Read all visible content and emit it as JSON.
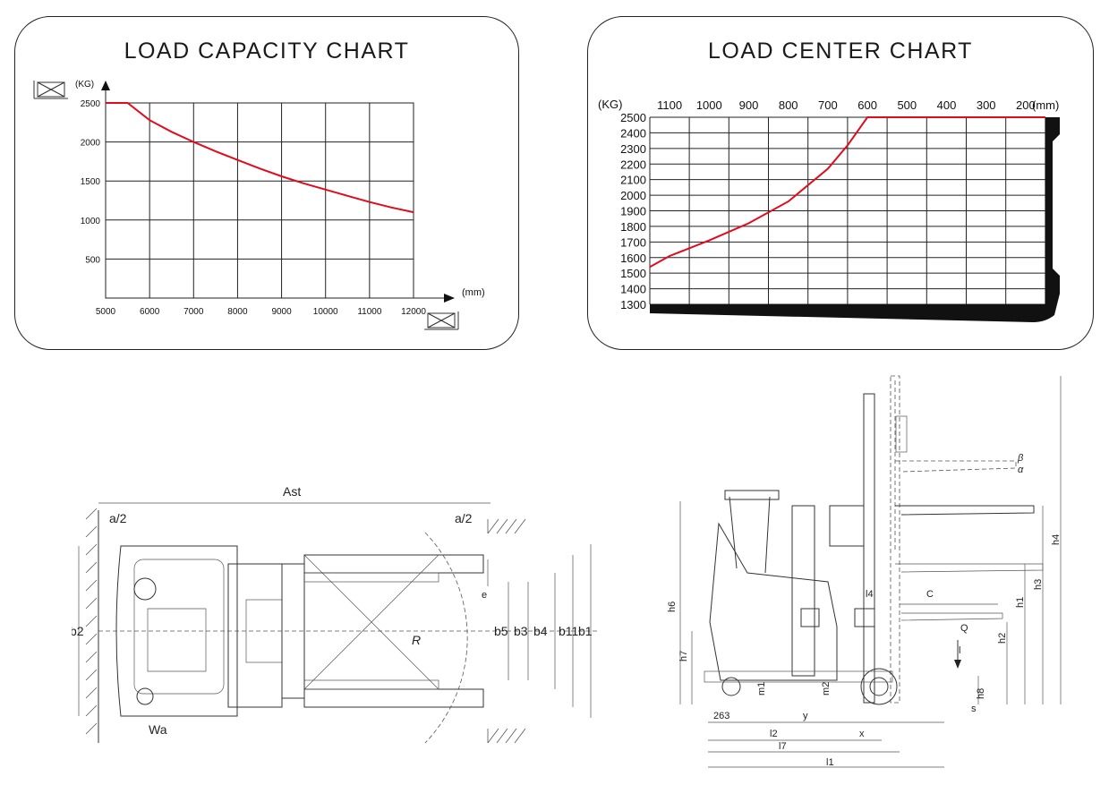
{
  "chart_data": [
    {
      "type": "line",
      "title": "LOAD CAPACITY CHART",
      "ylabel": "(KG)",
      "xlabel": "(mm)",
      "x_ticks": [
        5000,
        6000,
        7000,
        8000,
        9000,
        10000,
        11000,
        12000
      ],
      "y_ticks": [
        500,
        1000,
        1500,
        2000,
        2500
      ],
      "xlim": [
        5000,
        12000
      ],
      "ylim": [
        0,
        2500
      ],
      "grid": true,
      "series": [
        {
          "x": [
            5000,
            5500,
            6000,
            6500,
            7000,
            7500,
            8000,
            8500,
            9000,
            9500,
            10000,
            10500,
            11000,
            11500,
            12000
          ],
          "y": [
            2500,
            2500,
            2280,
            2130,
            2000,
            1880,
            1770,
            1660,
            1560,
            1470,
            1390,
            1310,
            1230,
            1160,
            1100
          ]
        }
      ]
    },
    {
      "type": "line",
      "title": "LOAD CENTER CHART",
      "ylabel": "(KG)",
      "xlabel": "(mm)",
      "x_ticks": [
        1100,
        1000,
        900,
        800,
        700,
        600,
        500,
        400,
        300,
        200
      ],
      "y_ticks": [
        1300,
        1400,
        1500,
        1600,
        1700,
        1800,
        1900,
        2000,
        2100,
        2200,
        2300,
        2400,
        2500
      ],
      "xlim": [
        1150,
        150
      ],
      "ylim": [
        1300,
        2500
      ],
      "grid": true,
      "series": [
        {
          "x": [
            1150,
            1100,
            1000,
            900,
            800,
            700,
            650,
            600,
            500,
            400,
            300,
            150
          ],
          "y": [
            1540,
            1610,
            1710,
            1820,
            1960,
            2170,
            2320,
            2500,
            2500,
            2500,
            2500,
            2500
          ]
        }
      ]
    }
  ],
  "diagram_labels": {
    "ast": "Ast",
    "a_half_left": "a/2",
    "a_half_right": "a/2",
    "b2": "b2",
    "e": "e",
    "R": "R",
    "b5": "b5",
    "b3": "b3",
    "b4": "b4",
    "b11": "b11",
    "b1": "b1",
    "wa": "Wa",
    "h6": "h6",
    "h7": "h7",
    "m1": "m1",
    "m2": "m2",
    "l4": "l4",
    "c": "C",
    "q": "Q",
    "l": "l",
    "h1": "h1",
    "h2": "h2",
    "h3": "h3",
    "h4": "h4",
    "h8": "h8",
    "s": "s",
    "beta": "β",
    "alpha": "α",
    "d263": "263",
    "y": "y",
    "l2": "l2",
    "x": "x",
    "l7": "l7",
    "l1": "l1"
  }
}
